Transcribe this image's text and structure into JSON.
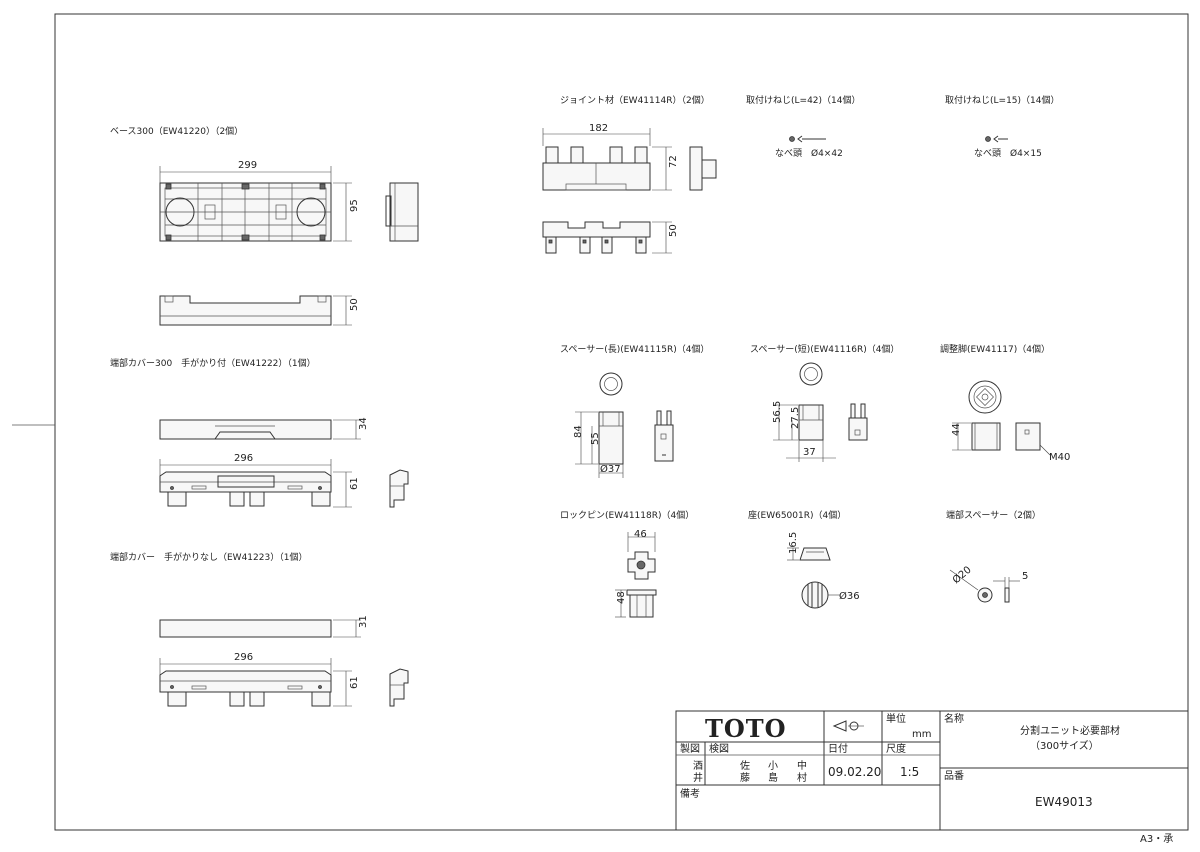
{
  "parts": {
    "base300": {
      "caption": "ベース300（EW41220）（2個）",
      "dim_width": "299",
      "dim_depth": "95",
      "dim_height": "50"
    },
    "endcover_grip": {
      "caption": "端部カバー300　手がかり付（EW41222）（1個）",
      "dim_height_top": "34",
      "dim_width": "296",
      "dim_height_side": "61"
    },
    "endcover_nogrip": {
      "caption": "端部カバー　手がかりなし（EW41223）（1個）",
      "dim_height_top": "31",
      "dim_width": "296",
      "dim_height_side": "61"
    },
    "joint": {
      "caption": "ジョイント材（EW41114R）（2個）",
      "dim_width": "182",
      "dim_height": "72",
      "dim_depth": "50"
    },
    "screw42": {
      "caption": "取付けねじ(L=42)（14個）",
      "spec": "なべ頭　Ø4×42"
    },
    "screw15": {
      "caption": "取付けねじ(L=15)（14個）",
      "spec": "なべ頭　Ø4×15"
    },
    "spacer_long": {
      "caption": "スペーサー(長)(EW41115R)（4個）",
      "dim_outer": "84",
      "dim_inner": "55",
      "dim_dia": "Ø37"
    },
    "spacer_short": {
      "caption": "スペーサー(短)(EW41116R)（4個）",
      "dim_outer": "56.5",
      "dim_inner": "27.5",
      "dim_dia": "37"
    },
    "adjuster": {
      "caption": "調整脚(EW41117)（4個）",
      "dim_height": "44",
      "thread": "M40"
    },
    "lockpin": {
      "caption": "ロックピン(EW41118R)（4個）",
      "dim_width": "46",
      "dim_height": "48"
    },
    "seat": {
      "caption": "座(EW65001R)（4個）",
      "dim_height": "16.5",
      "dim_dia": "Ø36"
    },
    "end_spacer": {
      "caption": "端部スペーサー（2個）",
      "dim_dia": "Ø20",
      "dim_thk": "5"
    }
  },
  "title_block": {
    "logo": "TOTO",
    "unit_label": "単位",
    "unit_value": "mm",
    "name_label": "名称",
    "name_line1": "分割ユニット必要部材",
    "name_line2": "（300サイズ）",
    "drawn_label": "製図",
    "drawn_by_1": "酒",
    "drawn_by_2": "井",
    "checked_label": "検図",
    "checked_1a": "佐",
    "checked_1b": "藤",
    "checked_2a": "小",
    "checked_2b": "島",
    "checked_3a": "中",
    "checked_3b": "村",
    "date_label": "日付",
    "date_value": "09.02.20",
    "scale_label": "尺度",
    "scale_value": "1:5",
    "part_no_label": "品番",
    "part_no_value": "EW49013",
    "remarks_label": "備考"
  },
  "sheet_size": "A3・承"
}
